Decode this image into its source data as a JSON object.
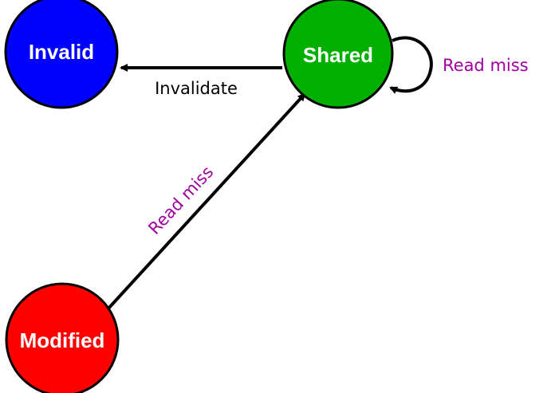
{
  "states": {
    "invalid": {
      "label": "Invalid",
      "color": "#0000ff"
    },
    "shared": {
      "label": "Shared",
      "color": "#00b000"
    },
    "modified": {
      "label": "Modified",
      "color": "#ff0000"
    }
  },
  "transitions": {
    "shared_to_invalid": {
      "label": "Invalidate",
      "color": "#000000"
    },
    "modified_to_shared": {
      "label": "Read miss",
      "color": "#a000a0"
    },
    "shared_self": {
      "label": "Read miss",
      "color": "#a000a0"
    }
  },
  "colors": {
    "outline": "#000000",
    "arrow": "#000000"
  }
}
